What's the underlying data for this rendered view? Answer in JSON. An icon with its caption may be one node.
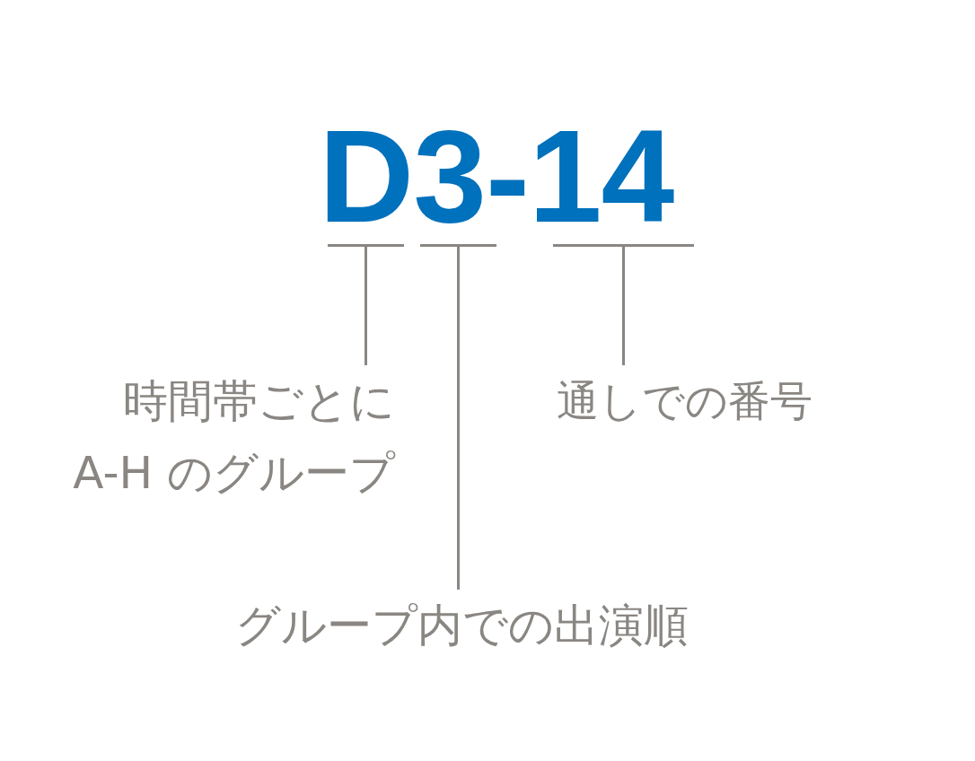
{
  "diagram": {
    "nodes": [
      {
        "text": [],
        "shape": "bar"
      },
      {
        "text": [],
        "shape": "bar"
      },
      {
        "text": [],
        "shape": "bar"
      },
      {
        "text": [
          "時間帯ごとにA-H のグループ"
        ]
      },
      {
        "text": [
          "通しでの番号"
        ]
      },
      {
        "text": [
          "グループ内での出演順"
        ]
      }
    ],
    "edges": [
      {
        "from": 3,
        "to": 0,
        "arrow": "none"
      },
      {
        "from": 5,
        "to": 1,
        "arrow": "none"
      },
      {
        "from": 4,
        "to": 2,
        "arrow": "none"
      }
    ],
    "labels": [
      "D3-14"
    ]
  }
}
